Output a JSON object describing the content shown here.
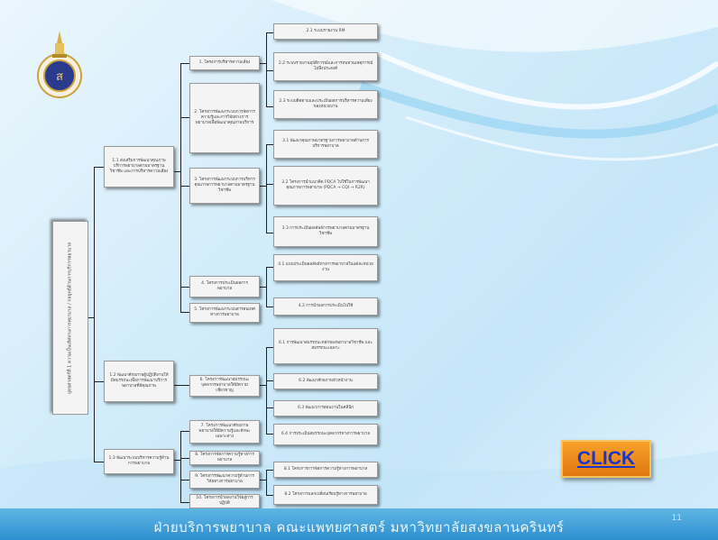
{
  "diagram": {
    "root": "ยุทธศาสตร์ที่ 1 ความเป็นเลิศทางการพยาบาล / กลยุทธ์ด้านการบริการพยาบาล",
    "level1": [
      {
        "label": "1.1 ส่งเสริมการพัฒนาคุณภาพบริการพยาบาลตามมาตรฐานวิชาชีพ และการบริหารความเสี่ยง"
      },
      {
        "label": "1.2 พัฒนาศักยภาพผู้ปฏิบัติงานให้มีสมรรถนะเพื่อการพัฒนาบริการพยาบาลที่มีคุณภาพ"
      },
      {
        "label": "1.3 พัฒนาระบบบริหารความรู้ด้านการพยาบาล"
      }
    ],
    "level2": [
      {
        "label": "1. โครงการบริหารความเสี่ยง"
      },
      {
        "label": "2. โครงการพัฒนาระบบการจัดการความรู้และการวิจัยทางการพยาบาลเพื่อพัฒนาคุณภาพบริการ"
      },
      {
        "label": "3. โครงการพัฒนาระบบการบริหารคุณภาพการพยาบาลตามมาตรฐานวิชาชีพ"
      },
      {
        "label": "4. โครงการประเมินผลการพยาบาล"
      },
      {
        "label": "5. โครงการพัฒนาระบบสารสนเทศทางการพยาบาล"
      },
      {
        "label": "6. โครงการพัฒนาสมรรถนะบุคลากรพยาบาลให้มีความเชี่ยวชาญ"
      },
      {
        "label": "7. โครงการพัฒนาศักยภาพพยาบาลให้มีความรู้และทักษะเฉพาะทาง"
      },
      {
        "label": "8. โครงการจัดการความรู้ทางการพยาบาล"
      },
      {
        "label": "9. โครงการพัฒนาความรู้ด้านการวิจัยทางการพยาบาล"
      },
      {
        "label": "10. โครงการนำผลงานวิจัยสู่การปฏิบัติ"
      }
    ],
    "level3": [
      {
        "label": "2.1 ระบบรายงาน RM"
      },
      {
        "label": "2.2 ระบบรายงานอุบัติการณ์และการทบทวนเหตุการณ์ไม่พึงประสงค์"
      },
      {
        "label": "2.3 ระบบติดตามและประเมินผลการบริหารความเสี่ยงของหน่วยงาน"
      },
      {
        "label": "3.1 พัฒนาคุณภาพมาตรฐานการพยาบาลด้านการบริการพยาบาล"
      },
      {
        "label": "3.2 โครงการนำแนวคิด PDCA ไปใช้ในการพัฒนาคุณภาพการพยาบาล (PDCA → CQI → R2R)"
      },
      {
        "label": "3.3 การประเมินผลลัพธ์การพยาบาลตามมาตรฐานวิชาชีพ"
      },
      {
        "label": "4.1 แบบประเมินผลลัพธ์ทางการพยาบาลในแต่ละหน่วยงาน"
      },
      {
        "label": "4.2 การนำผลการประเมินไปใช้"
      },
      {
        "label": "6.1 การพัฒนาสมรรถนะหลักของพยาบาลวิชาชีพ และสมรรถนะเฉพาะ"
      },
      {
        "label": "6.2 พัฒนาศักยภาพหัวหน้างาน"
      },
      {
        "label": "6.3 พัฒนาการสอนงานในคลินิก"
      },
      {
        "label": "6.4 การประเมินสมรรถนะบุคลากรทางการพยาบาล"
      },
      {
        "label": "8.1 โครงการการจัดการความรู้ทางการพยาบาล"
      },
      {
        "label": "8.2 โครงการแลกเปลี่ยนเรียนรู้ทางการพยาบาล"
      }
    ]
  },
  "click_button": {
    "label": "CLICK"
  },
  "footer": {
    "text": "ฝ่ายบริการพยาบาล คณะแพทยศาสตร์ มหาวิทยาลัยสงขลานครินทร์",
    "page": "11"
  },
  "logo": {
    "icon": "university-seal-icon"
  },
  "colors": {
    "footer": "#2f8fd0",
    "button": "#f08c1a",
    "button_text": "#1a35c8"
  }
}
